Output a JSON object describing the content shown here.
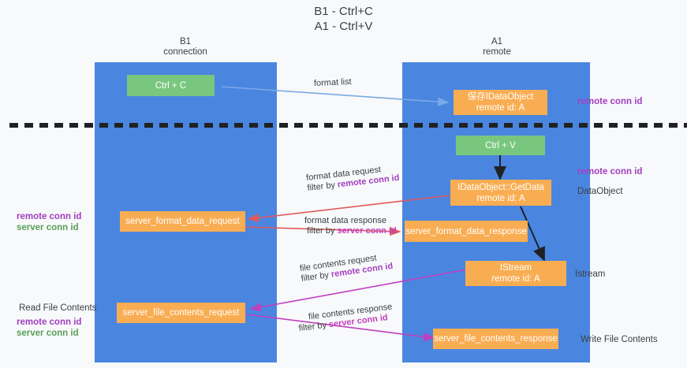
{
  "title": "B1 - Ctrl+C\nA1 - Ctrl+V",
  "lanes": [
    {
      "id": "b1",
      "line1": "B1",
      "line2": "connection"
    },
    {
      "id": "a1",
      "line1": "A1",
      "line2": "remote"
    }
  ],
  "nodes": {
    "ctrl_c": {
      "line1": "Ctrl + C",
      "line2": ""
    },
    "save_dataobject": {
      "line1": "保存IDataObject",
      "line2": "remote id: A"
    },
    "ctrl_v": {
      "line1": "Ctrl + V",
      "line2": ""
    },
    "getdata": {
      "line1": "IDataObject::GetData",
      "line2": "remote id: A"
    },
    "server_format_data_request": {
      "line1": "server_format_data_request",
      "line2": ""
    },
    "server_format_data_response": {
      "line1": "server_format_data_response",
      "line2": ""
    },
    "istream": {
      "line1": "IStream",
      "line2": "remote id: A"
    },
    "server_file_contents_request": {
      "line1": "server_file_contents_request",
      "line2": ""
    },
    "server_file_contents_response": {
      "line1": "server_file_contents_response",
      "line2": ""
    }
  },
  "edge_labels": {
    "format_list": {
      "l1": "format list",
      "l2": "",
      "l2_tag": ""
    },
    "format_data_request": {
      "l1": "format data request",
      "l2_prefix": "filter by ",
      "l2_tag": "remote conn id"
    },
    "format_data_response": {
      "l1": "format data response",
      "l2_prefix": "filter by ",
      "l2_tag": "server conn id"
    },
    "file_contents_request": {
      "l1": "file contents request",
      "l2_prefix": "filter by ",
      "l2_tag": "remote conn id"
    },
    "file_contents_response": {
      "l1": "file contents response",
      "l2_prefix": "filter by ",
      "l2_tag": "server conn id"
    }
  },
  "annotations": {
    "right_remote_top": "remote conn id",
    "right_remote_mid": "remote conn id",
    "right_dataobject": "DataObject",
    "right_istream": "Istream",
    "right_write_file_contents": "Write File Contents",
    "left_remote_conn_id": "remote conn id",
    "left_server_conn_id": "server conn id",
    "left_read_file_contents": "Read File Contents",
    "left_remote_conn_id_2": "remote conn id",
    "left_server_conn_id_2": "server conn id"
  },
  "colors": {
    "lane": "#4a86e0",
    "green_node": "#79c77f",
    "orange_node": "#f9ad52",
    "purple": "#a23fc0",
    "green_text": "#57a05a",
    "magenta": "#c03fbf",
    "blue_arrow": "#7aa9e8",
    "red_arrow": "#e0595e",
    "black_arrow": "#202124",
    "background": "#f8f9fa"
  }
}
